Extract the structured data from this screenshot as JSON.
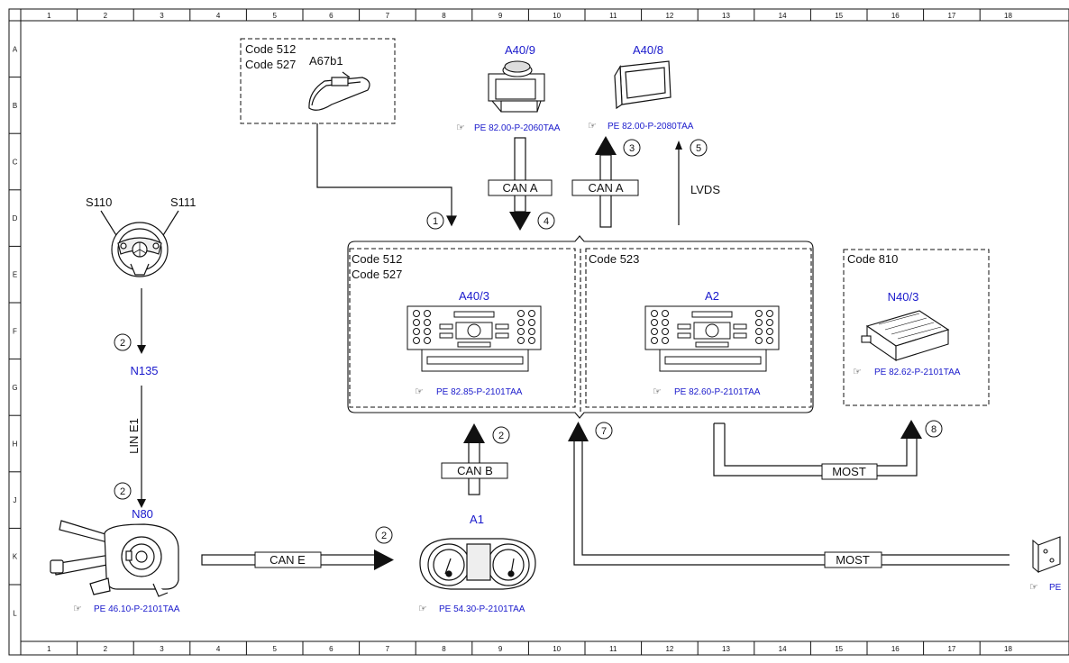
{
  "grid": {
    "columns": [
      "1",
      "2",
      "3",
      "4",
      "5",
      "6",
      "7",
      "8",
      "9",
      "10",
      "11",
      "12",
      "13",
      "14",
      "15",
      "16",
      "17",
      "18"
    ],
    "rows": [
      "A",
      "B",
      "C",
      "D",
      "E",
      "F",
      "G",
      "H",
      "J",
      "K",
      "L"
    ]
  },
  "boxes": {
    "mirror_codes": [
      "Code 512",
      "Code 527"
    ],
    "left_unit_codes": [
      "Code 512",
      "Code 527"
    ],
    "right_unit_code": "Code 523",
    "n403_code": "Code 810"
  },
  "components": {
    "a67b1": "A67b1",
    "a409": "A40/9",
    "a408": "A40/8",
    "s110": "S110",
    "s111": "S111",
    "a403": "A40/3",
    "a2": "A2",
    "n403": "N40/3",
    "n135": "N135",
    "n80": "N80",
    "a1": "A1"
  },
  "refs": {
    "a409": "PE 82.00-P-2060TAA",
    "a408": "PE 82.00-P-2080TAA",
    "a403": "PE 82.85-P-2101TAA",
    "a2": "PE 82.60-P-2101TAA",
    "n403": "PE 82.62-P-2101TAA",
    "n80": "PE 46.10-P-2101TAA",
    "a1": "PE 54.30-P-2101TAA",
    "edge": "PE"
  },
  "buses": {
    "can_a_down": "CAN A",
    "can_a_up": "CAN A",
    "lvds": "LVDS",
    "lin_e1": "LIN E1",
    "can_b": "CAN B",
    "can_e": "CAN E",
    "most_n403": "MOST",
    "most_right": "MOST"
  },
  "markers": {
    "m1": "1",
    "m2_steer": "2",
    "m2_n80": "2",
    "m2_canb": "2",
    "m2_cane": "2",
    "m3": "3",
    "m4": "4",
    "m5": "5",
    "m7": "7",
    "m8": "8"
  },
  "colors": {
    "component_label": "#1a1acc",
    "line": "#111111",
    "background": "#ffffff"
  }
}
